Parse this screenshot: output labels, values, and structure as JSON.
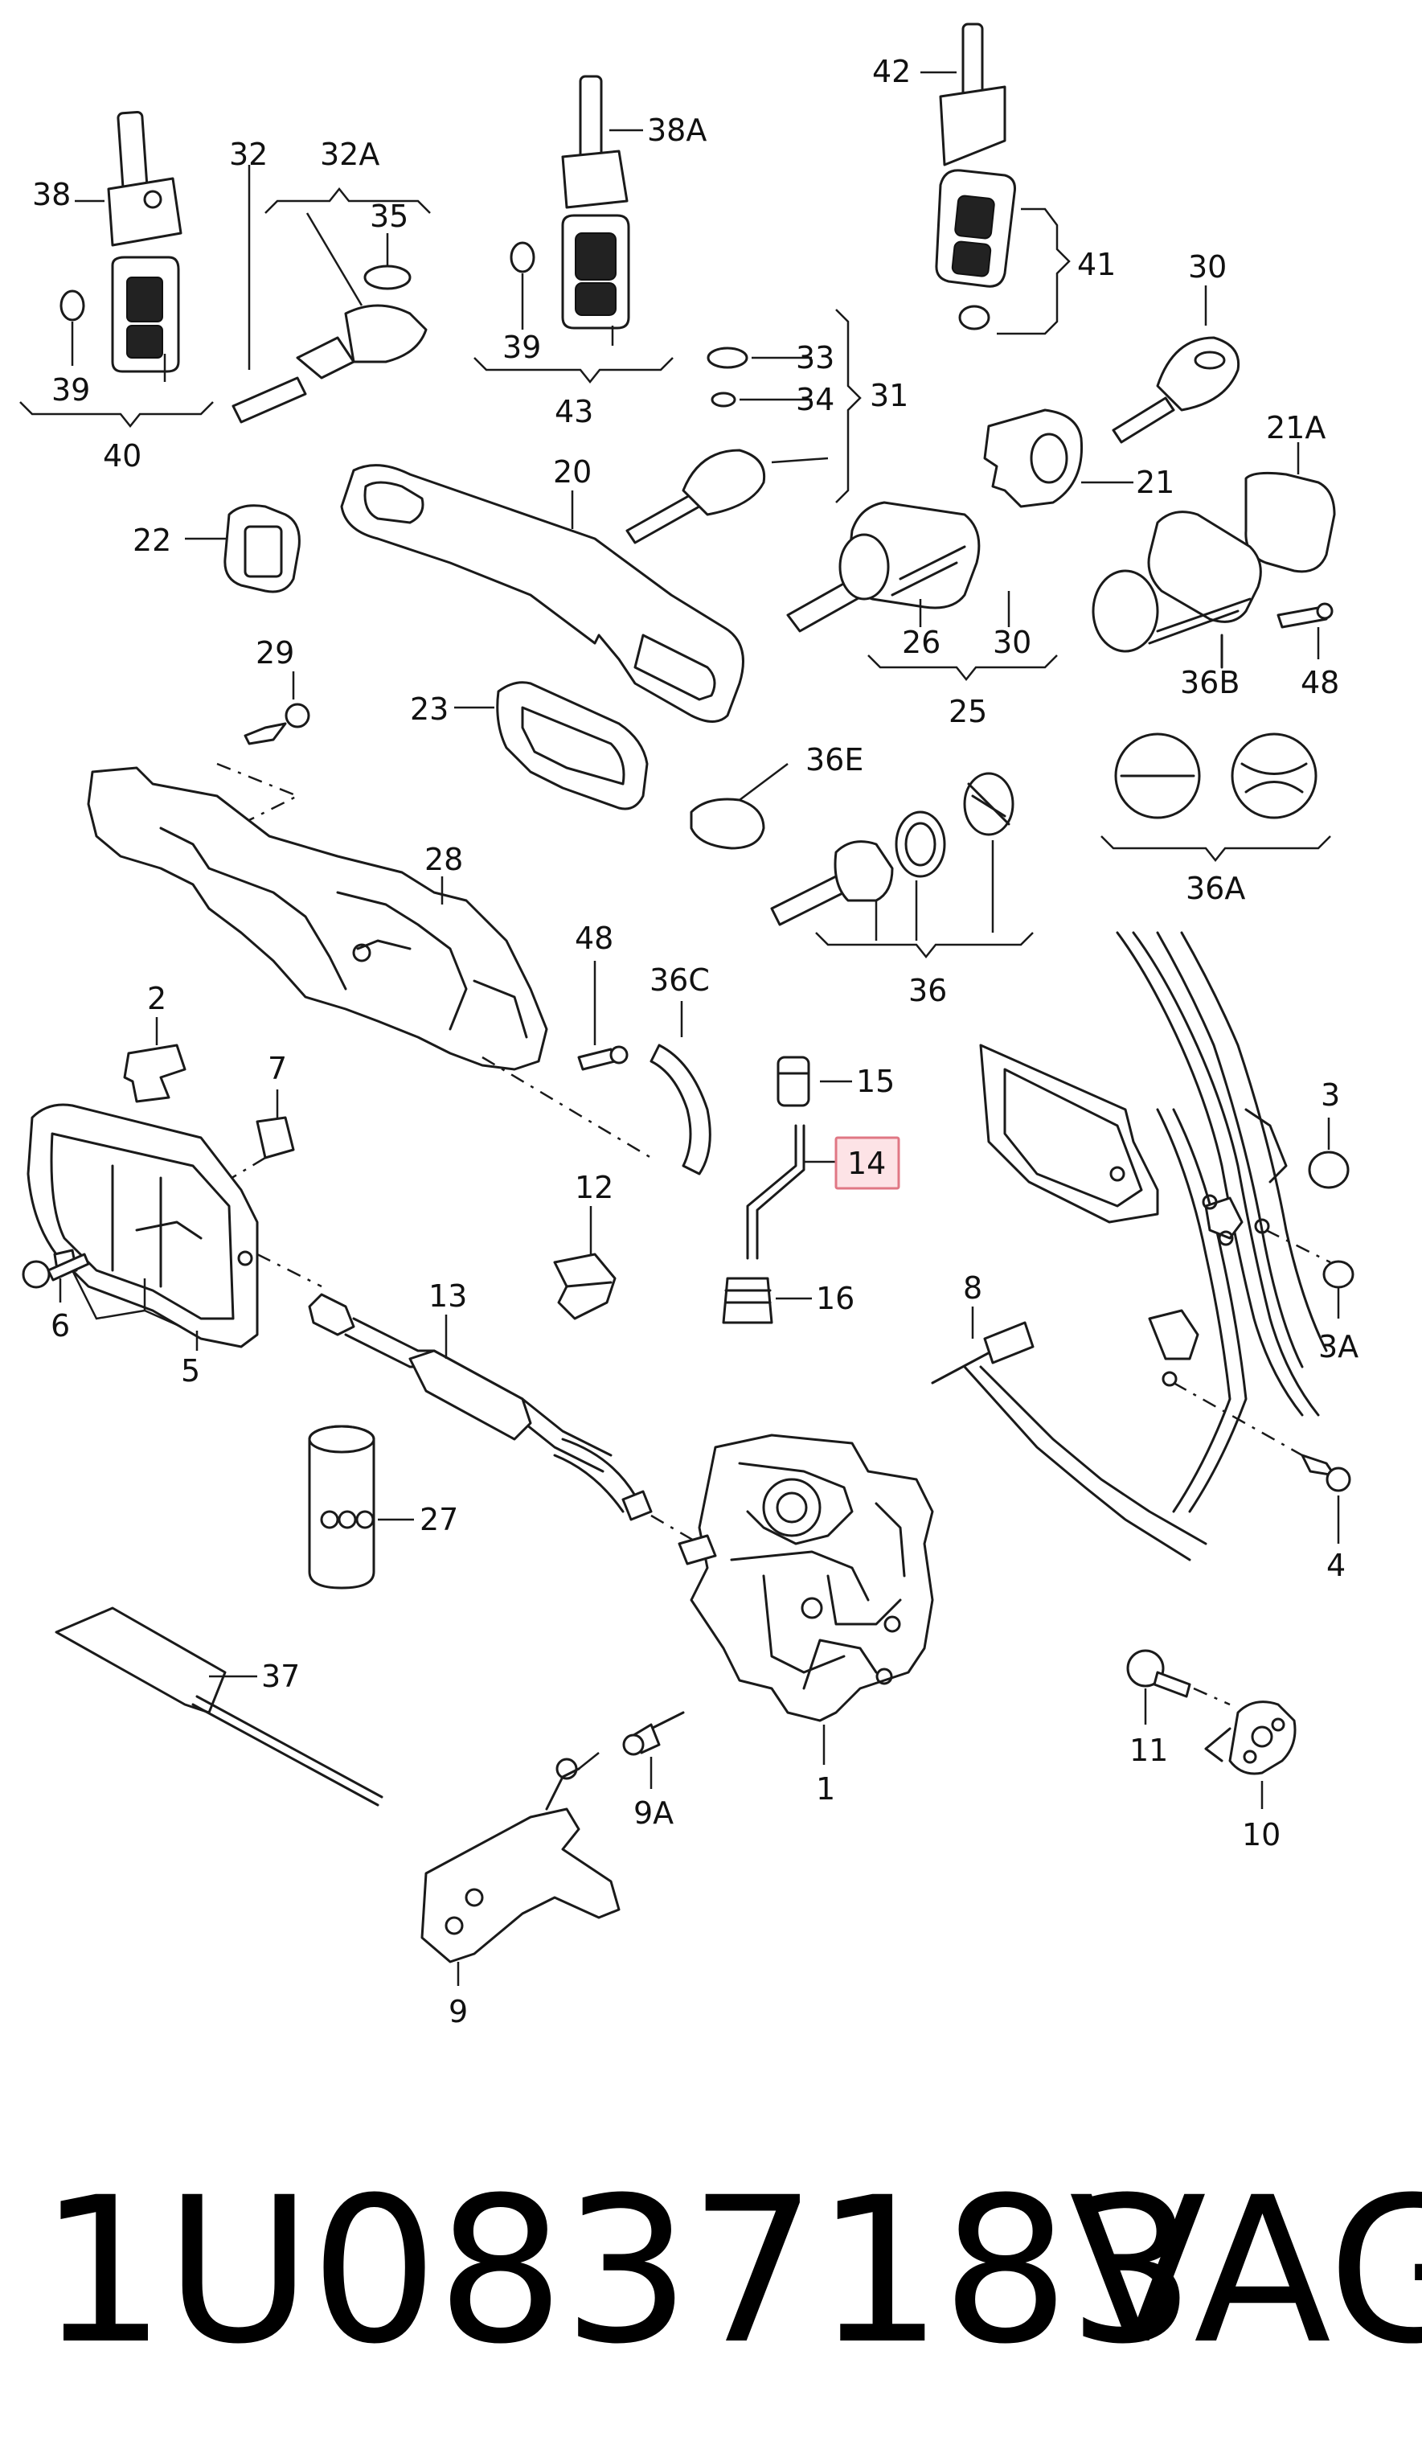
{
  "labels": {
    "l38": "38",
    "l32": "32",
    "l32A": "32A",
    "l35": "35",
    "l38A": "38A",
    "l42": "42",
    "l39a": "39",
    "l40": "40",
    "l39b": "39",
    "l43": "43",
    "l41": "41",
    "l30a": "30",
    "l33": "33",
    "l34": "34",
    "l31": "31",
    "l21A": "21A",
    "l22": "22",
    "l20": "20",
    "l21": "21",
    "l26": "26",
    "l30b": "30",
    "l25": "25",
    "l36B": "36B",
    "l48a": "48",
    "l29": "29",
    "l23": "23",
    "l36E": "36E",
    "l36A": "36A",
    "l28": "28",
    "l48b": "48",
    "l36C": "36C",
    "l36": "36",
    "l2": "2",
    "l7": "7",
    "l15": "15",
    "l14": "14",
    "l3": "3",
    "l12": "12",
    "l16": "16",
    "l6": "6",
    "l5": "5",
    "l13": "13",
    "l8": "8",
    "l3A": "3A",
    "l27": "27",
    "l4": "4",
    "l37": "37",
    "l1": "1",
    "l11": "11",
    "l9A": "9A",
    "l10": "10",
    "l9": "9"
  },
  "highlight": "14",
  "footer": {
    "part_number": "1U0837183",
    "brand": "VAG"
  },
  "colors": {
    "highlight_fill": "#fde3e6",
    "highlight_border": "#e07784"
  }
}
